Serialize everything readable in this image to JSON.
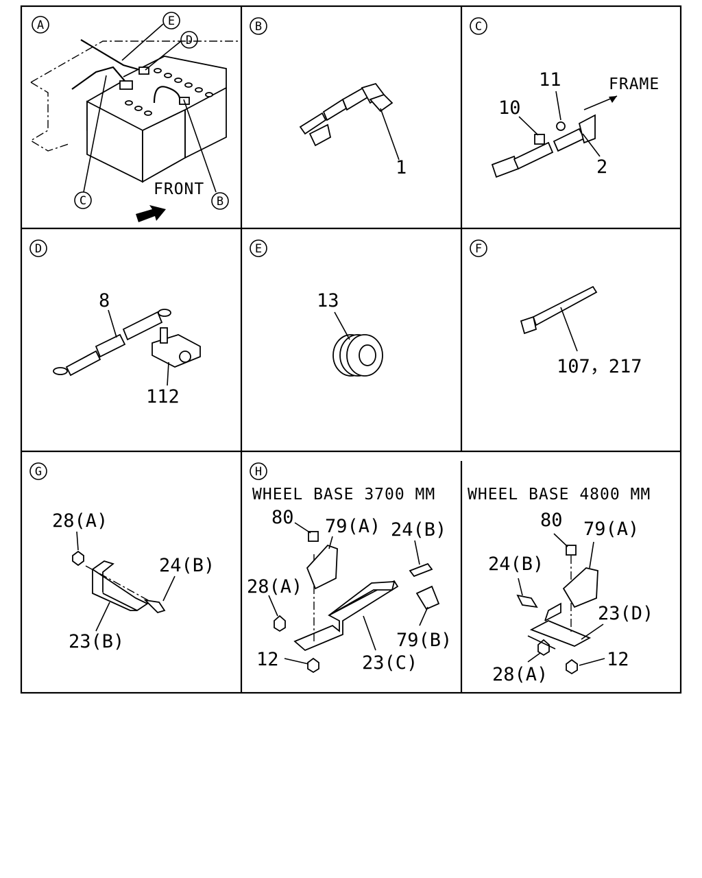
{
  "panels": [
    {
      "id": "A",
      "callouts": [
        "E",
        "D",
        "C",
        "B"
      ],
      "texts": [
        "FRONT"
      ]
    },
    {
      "id": "B",
      "parts": [
        "1"
      ]
    },
    {
      "id": "C",
      "parts": [
        "10",
        "11",
        "2"
      ],
      "texts": [
        "FRAME"
      ]
    },
    {
      "id": "D",
      "parts": [
        "8",
        "112"
      ]
    },
    {
      "id": "E",
      "parts": [
        "13"
      ]
    },
    {
      "id": "F",
      "parts": [
        "107，217"
      ]
    },
    {
      "id": "G",
      "parts": [
        "28(A)",
        "24(B)",
        "23(B)"
      ]
    },
    {
      "id": "H",
      "parts": [
        "80",
        "79(A)",
        "24(B)",
        "28(A)",
        "79(B)",
        "12",
        "23(C)"
      ],
      "headings": [
        "WHEEL BASE 3700 MM"
      ]
    },
    {
      "id": "H2",
      "parts": [
        "80",
        "79(A)",
        "24(B)",
        "23(D)",
        "28(A)",
        "12"
      ],
      "headings": [
        "WHEEL BASE 4800 MM"
      ]
    }
  ],
  "colors": {
    "line": "#000000",
    "background": "#ffffff"
  }
}
